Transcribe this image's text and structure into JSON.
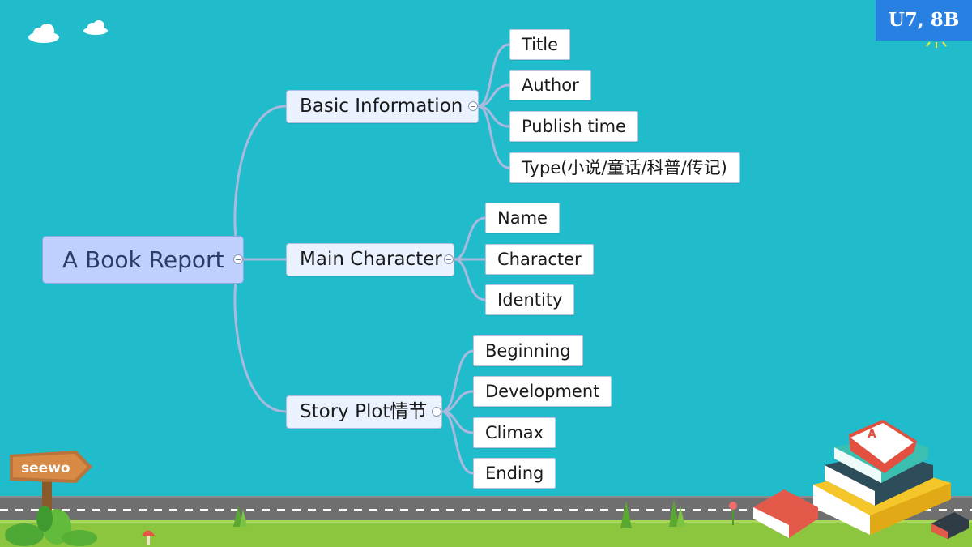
{
  "badge": {
    "label": "U7, 8B"
  },
  "logo": {
    "text": "seewo"
  },
  "mindmap": {
    "root": "A Book Report",
    "branches": [
      {
        "label": "Basic Information",
        "children": [
          "Title",
          "Author",
          "Publish time",
          "Type(小说/童话/科普/传记)"
        ]
      },
      {
        "label": "Main Character",
        "children": [
          "Name",
          "Character",
          "Identity"
        ]
      },
      {
        "label": "Story Plot情节",
        "children": [
          "Beginning",
          "Development",
          "Climax",
          "Ending"
        ]
      }
    ]
  },
  "colors": {
    "background": "#20bccc",
    "connector": "#aab9de",
    "root_fill": "#bfd0ff",
    "branch_fill": "#eaf1ff",
    "badge": "#2980e3",
    "grass": "#8cc63f",
    "road": "#6f6f6f"
  }
}
